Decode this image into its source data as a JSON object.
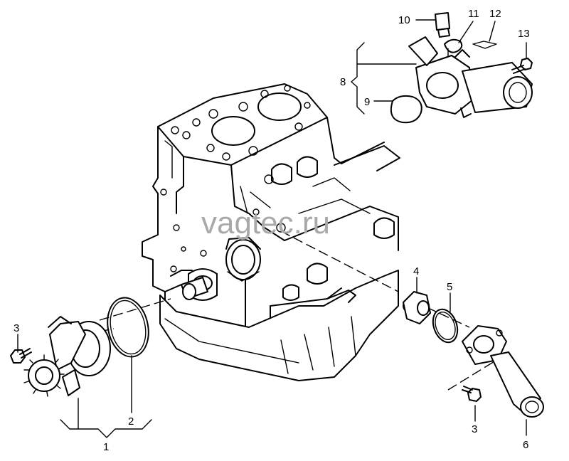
{
  "watermark": "vagtec.ru",
  "callouts": [
    {
      "id": "c1",
      "text": "1"
    },
    {
      "id": "c2",
      "text": "2"
    },
    {
      "id": "c3a",
      "text": "3"
    },
    {
      "id": "c3b",
      "text": "3"
    },
    {
      "id": "c4",
      "text": "4"
    },
    {
      "id": "c5",
      "text": "5"
    },
    {
      "id": "c6",
      "text": "6"
    },
    {
      "id": "c8",
      "text": "8"
    },
    {
      "id": "c9",
      "text": "9"
    },
    {
      "id": "c10",
      "text": "10"
    },
    {
      "id": "c11",
      "text": "11"
    },
    {
      "id": "c12",
      "text": "12"
    },
    {
      "id": "c13",
      "text": "13"
    }
  ]
}
